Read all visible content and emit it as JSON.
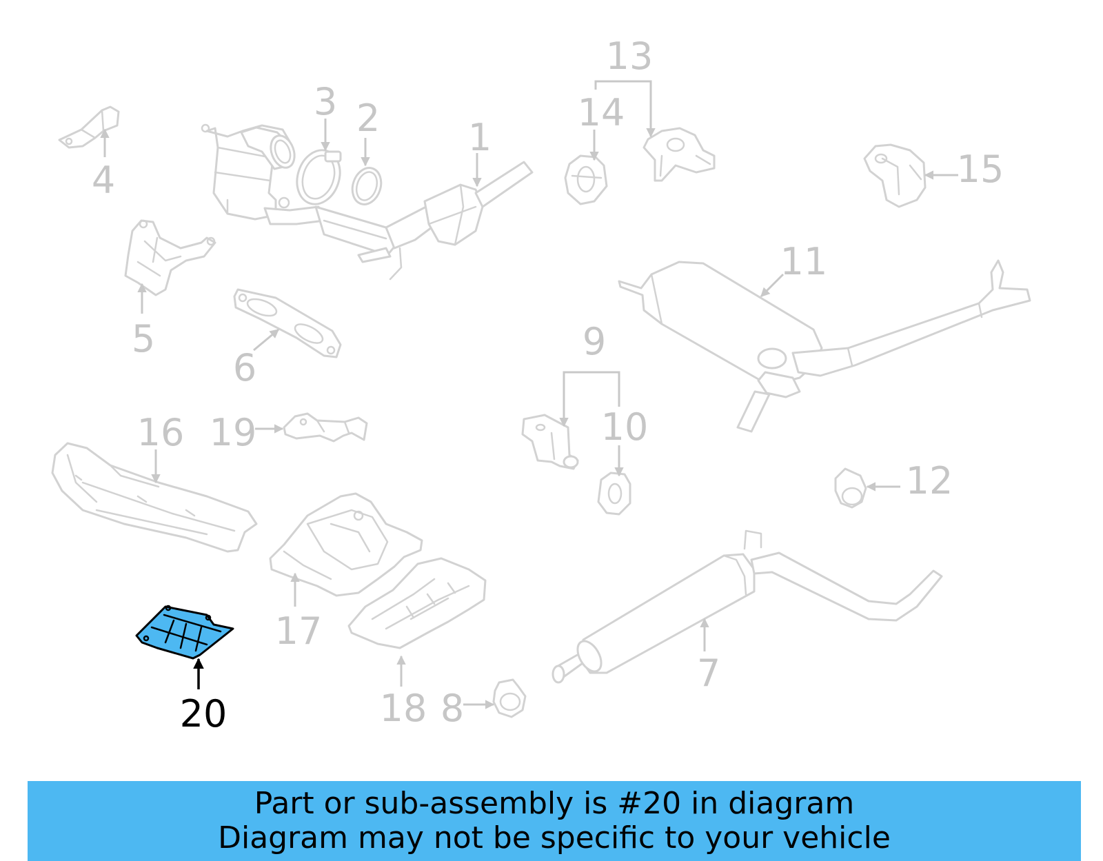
{
  "diagram": {
    "callouts": {
      "c1": "1",
      "c2": "2",
      "c3": "3",
      "c4": "4",
      "c5": "5",
      "c6": "6",
      "c7": "7",
      "c8": "8",
      "c9": "9",
      "c10": "10",
      "c11": "11",
      "c12": "12",
      "c13": "13",
      "c14": "14",
      "c15": "15",
      "c16": "16",
      "c17": "17",
      "c18": "18",
      "c19": "19",
      "c20": "20"
    },
    "highlighted_callout": "20",
    "colors": {
      "highlight": "#4db8f2",
      "outline": "#d2d2d2",
      "callout_text": "#c6c6c6"
    }
  },
  "banner": {
    "line1": "Part or sub-assembly is #20 in diagram",
    "line2": "Diagram may not be specific to your vehicle"
  }
}
